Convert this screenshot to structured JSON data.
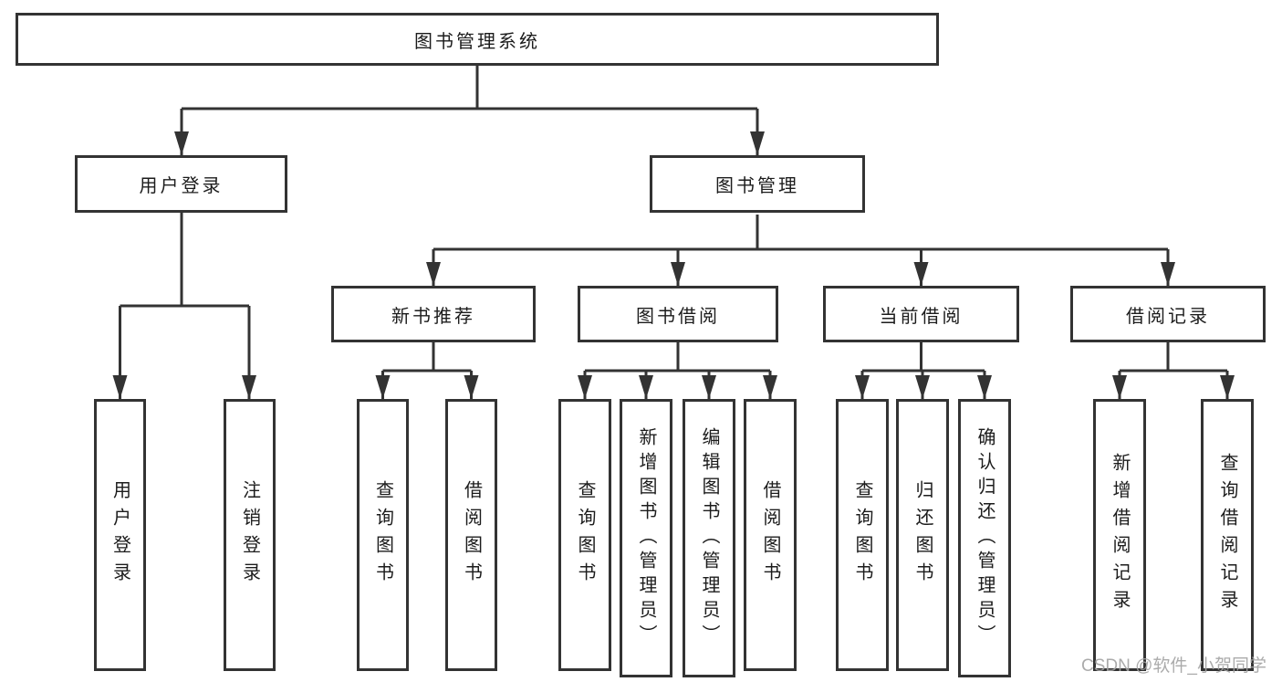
{
  "tree": {
    "label": "图书管理系统",
    "children": [
      {
        "label": "用户登录",
        "children": [
          {
            "label": "用户登录"
          },
          {
            "label": "注销登录"
          }
        ]
      },
      {
        "label": "图书管理",
        "children": [
          {
            "label": "新书推荐",
            "children": [
              {
                "label": "查询图书"
              },
              {
                "label": "借阅图书"
              }
            ]
          },
          {
            "label": "图书借阅",
            "children": [
              {
                "label": "查询图书"
              },
              {
                "label": "新增图书（管理员）"
              },
              {
                "label": "编辑图书（管理员）"
              },
              {
                "label": "借阅图书"
              }
            ]
          },
          {
            "label": "当前借阅",
            "children": [
              {
                "label": "查询图书"
              },
              {
                "label": "归还图书"
              },
              {
                "label": "确认归还（管理员）"
              }
            ]
          },
          {
            "label": "借阅记录",
            "children": [
              {
                "label": "新增借阅记录"
              },
              {
                "label": "查询借阅记录"
              }
            ]
          }
        ]
      }
    ]
  },
  "watermark": {
    "text": "CSDN @软件_小贺同学"
  },
  "colors": {
    "line": "#333333",
    "text": "#1c1c1c",
    "watermark": "#a3a3a3",
    "background": "#ffffff"
  }
}
